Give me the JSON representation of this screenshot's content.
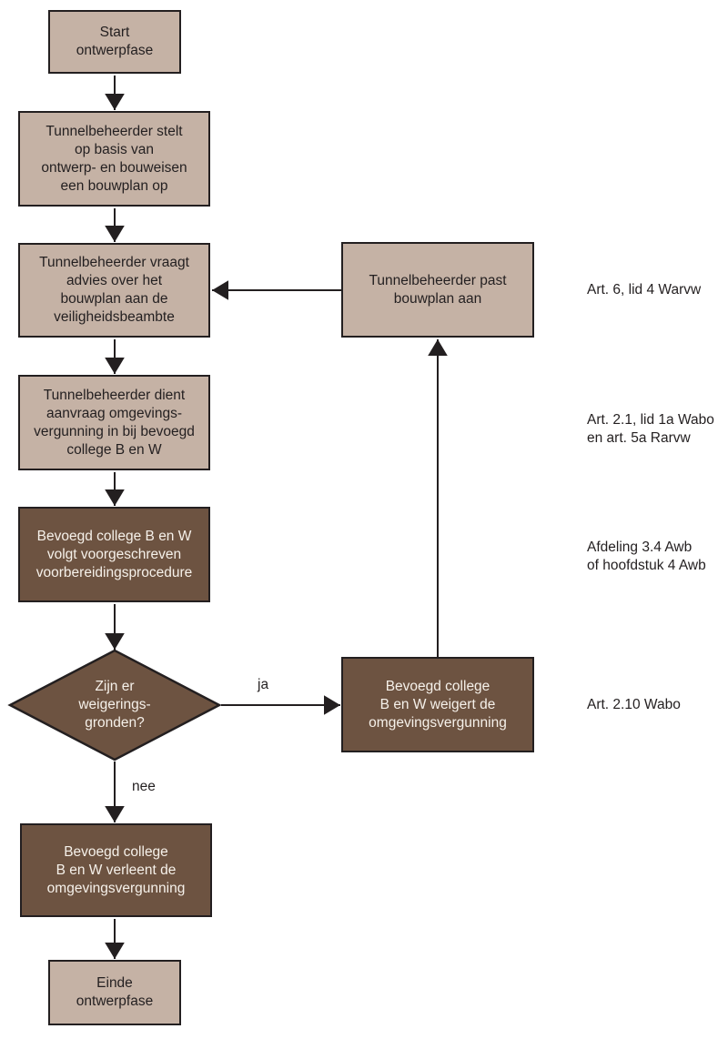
{
  "diagram": {
    "colors": {
      "background": "#ffffff",
      "light_fill": "#c5b2a5",
      "dark_fill": "#6d5341",
      "line": "#231f20",
      "text_dark": "#231f20",
      "text_light": "#f6f1ea"
    },
    "nodes": {
      "start": {
        "label": "Start\nontwerpfase"
      },
      "stelt": {
        "label": "Tunnelbeheerder stelt\nop basis van\nontwerp- en bouweisen\neen bouwplan op"
      },
      "vraagt": {
        "label": "Tunnelbeheerder vraagt\nadvies over het\nbouwplan aan de\nveiligheidsbeambte"
      },
      "past": {
        "label": "Tunnelbeheerder past\nbouwplan aan"
      },
      "dient": {
        "label": "Tunnelbeheerder dient\naanvraag omgevings-\nvergunning in bij bevoegd\ncollege B en W"
      },
      "volgt": {
        "label": "Bevoegd college B en W\nvolgt voorgeschreven\nvoorbereidingsprocedure"
      },
      "beslissing": {
        "label": "Zijn er\nweigerings-\ngronden?"
      },
      "weigert": {
        "label": "Bevoegd college\nB en W weigert de\nomgevingsvergunning"
      },
      "verleent": {
        "label": "Bevoegd college\nB en W verleent de\nomgevingsvergunning"
      },
      "einde": {
        "label": "Einde\nontwerpfase"
      }
    },
    "edge_labels": {
      "ja": "ja",
      "nee": "nee"
    },
    "annotations": [
      {
        "text": "Art. 6, lid 4 Warvw"
      },
      {
        "text": "Art. 2.1, lid 1a Wabo\nen art. 5a Rarvw"
      },
      {
        "text": "Afdeling 3.4 Awb\nof hoofdstuk 4 Awb"
      },
      {
        "text": "Art. 2.10 Wabo"
      }
    ]
  }
}
